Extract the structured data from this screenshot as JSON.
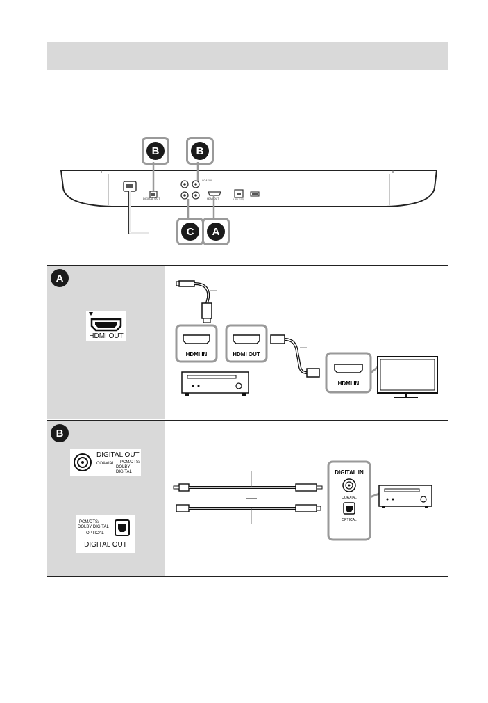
{
  "badges": {
    "a": "A",
    "b": "B",
    "c": "C"
  },
  "player": {
    "ports": {
      "digital_out": "DIGITAL OUT",
      "coaxial": "COAXIAL",
      "optical": "OPTICAL",
      "pcm_dts": "PCM/DTS/",
      "dolby_digital": "DOLBY DIGITAL",
      "hdmi_out": "HDMI OUT",
      "lan": "LAN (100)"
    }
  },
  "section_a": {
    "port_label": "HDMI OUT",
    "hdmi_in_amp": "HDMI IN",
    "hdmi_out_amp": "HDMI OUT",
    "hdmi_in_tv": "HDMI IN"
  },
  "section_b": {
    "coax_label_1": "DIGITAL OUT",
    "coax_label_2": "COAXIAL",
    "coax_label_3": "PCM/DTS/",
    "coax_label_4": "DOLBY DIGITAL",
    "opt_label_1": "PCM/DTS/",
    "opt_label_2": "DOLBY DIGITAL",
    "opt_label_3": "OPTICAL",
    "opt_label_4": "DIGITAL OUT",
    "digital_in": "DIGITAL IN",
    "coaxial": "COAXIAL",
    "optical": "OPTICAL"
  }
}
